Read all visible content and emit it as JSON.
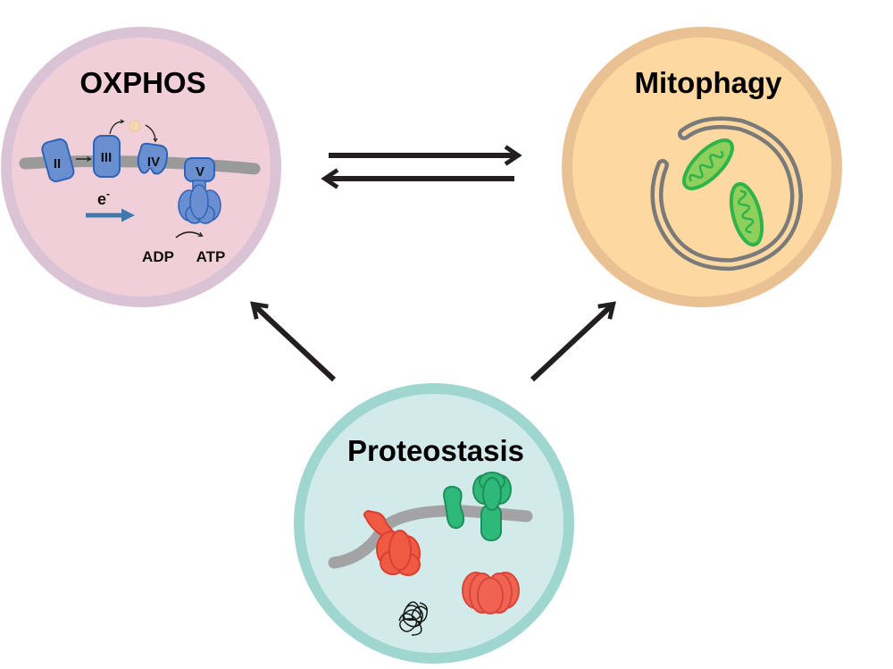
{
  "diagram": {
    "nodes": {
      "oxphos": {
        "title": "OXPHOS",
        "colors": {
          "fill": "#f0cfd9",
          "ring": "#dbc3d6"
        },
        "complexes": [
          "II",
          "III",
          "IV",
          "V"
        ],
        "electron_label": "e",
        "electron_superscript": "-",
        "substrate_label": "ADP",
        "product_label": "ATP",
        "complex_color": "#6a8fd1",
        "complex_stroke": "#2f63b5",
        "electron_arrow_color": "#3d79ad",
        "membrane_color": "#9a9a9a",
        "cytochrome_c_color": "#f6d7b0"
      },
      "mitophagy": {
        "title": "Mitophagy",
        "colors": {
          "fill": "#fdd9a1",
          "ring": "#e9c193"
        },
        "phagophore_color": "#7a7a7a",
        "mitochondria_count": 2,
        "mito_outer": "#2fb34a",
        "mito_inner": "#8fd05c"
      },
      "proteostasis": {
        "title": "Proteostasis",
        "colors": {
          "fill": "#d2ebea",
          "ring": "#9fd6d0"
        },
        "misfolded_color": "#f05a43",
        "folded_color": "#2eb87a",
        "aggregate_color": "#1a1a1a",
        "membrane_color": "#a3a3a6"
      }
    },
    "edges": [
      {
        "from": "oxphos",
        "to": "mitophagy",
        "type": "reversible-forward"
      },
      {
        "from": "mitophagy",
        "to": "oxphos",
        "type": "reversible-backward"
      },
      {
        "from": "proteostasis",
        "to": "oxphos",
        "type": "arrow"
      },
      {
        "from": "proteostasis",
        "to": "mitophagy",
        "type": "arrow"
      }
    ],
    "arrow_color": "#231f20"
  }
}
